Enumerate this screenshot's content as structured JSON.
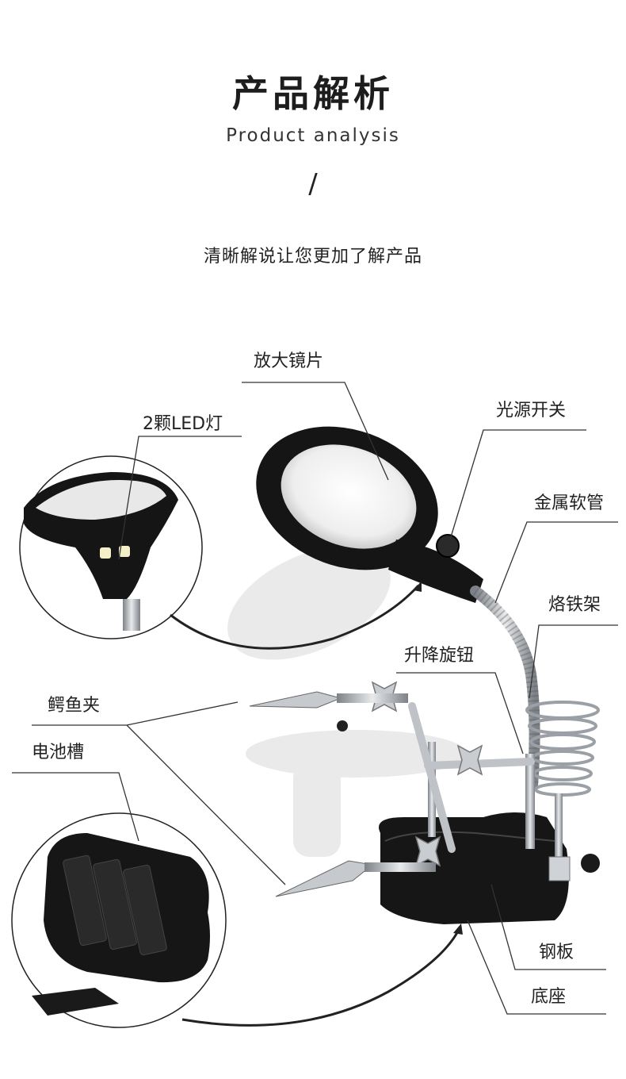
{
  "header": {
    "title": "产品解析",
    "subtitle": "Product analysis",
    "slash": "/",
    "tagline": "清晰解说让您更加了解产品"
  },
  "labels": {
    "magnifier_lens": "放大镜片",
    "led_lights": "2颗LED灯",
    "light_switch": "光源开关",
    "metal_hose": "金属软管",
    "iron_holder": "烙铁架",
    "lift_knob": "升降旋钮",
    "alligator_clip": "鳄鱼夹",
    "battery_slot": "电池槽",
    "steel_plate": "钢板",
    "base": "底座"
  },
  "colors": {
    "text": "#222222",
    "line": "#333333",
    "product_black": "#141414",
    "metal": "#b8bcc2"
  }
}
